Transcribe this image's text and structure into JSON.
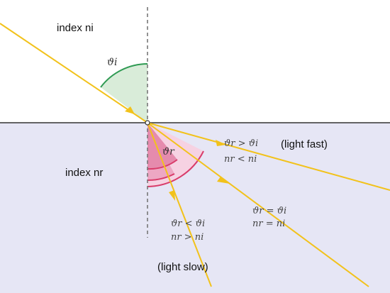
{
  "labels": {
    "medium_top": "index ni",
    "medium_bottom": "index nr",
    "fast_note": "(light fast)",
    "slow_note": "(light slow)"
  },
  "angles": {
    "incident": "ϑi",
    "refracted": "ϑr"
  },
  "relations": {
    "fast": {
      "angle": "ϑr > ϑi",
      "index": "nr < ni"
    },
    "equal": {
      "angle": "ϑr = ϑi",
      "index": "nr = ni"
    },
    "slow": {
      "angle": "ϑr < ϑi",
      "index": "nr > ni"
    }
  },
  "colors": {
    "ray": "#f2c21b",
    "lower_medium": "#e6e6f5",
    "incident_arc": "#2f9a53",
    "incident_fill": "#d9ecd9",
    "refract_arc": "#d93c6a",
    "refract_fill": "#f2b4cd"
  }
}
